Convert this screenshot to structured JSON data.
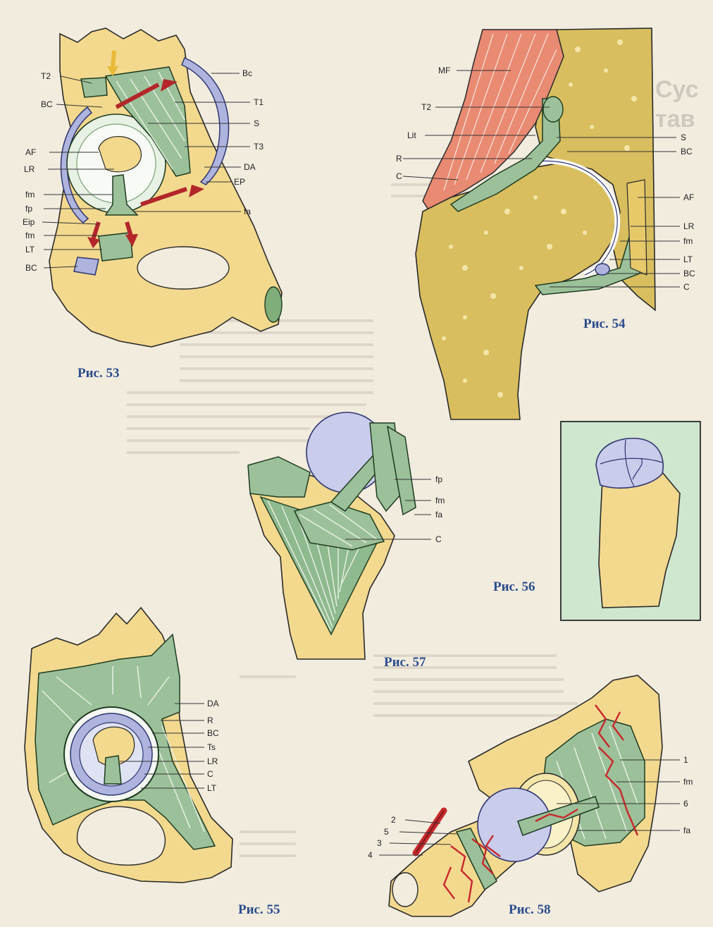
{
  "background_text": {
    "heading_line1": "Сус",
    "heading_line2": "тав"
  },
  "colors": {
    "bone": "#f3d98e",
    "ligament": "#9cc19a",
    "cartilage": "#aeb4de",
    "muscle": "#e98a72",
    "vessel": "#c8282c",
    "arrow": "#b3262a",
    "caption": "#2b4d8c",
    "inset_bg": "#cfe6cf"
  },
  "figures": {
    "fig53": {
      "caption": "Рис. 53",
      "labels": [
        "T2",
        "BC",
        "AF",
        "LR",
        "fm",
        "fp",
        "Eip",
        "fm",
        "LT",
        "BC",
        "Bc",
        "T1",
        "S",
        "T3",
        "DA",
        "EP",
        "fa"
      ]
    },
    "fig54": {
      "caption": "Рис. 54",
      "labels": [
        "MF",
        "T2",
        "Lit",
        "R",
        "C",
        "S",
        "BC",
        "AF",
        "LR",
        "fm",
        "LT",
        "BC",
        "C"
      ]
    },
    "fig55": {
      "caption": "Рис. 55",
      "labels": [
        "DA",
        "R",
        "BC",
        "Ts",
        "LR",
        "C",
        "LT"
      ]
    },
    "fig56": {
      "caption": "Рис. 56"
    },
    "fig57": {
      "caption": "Рис. 57",
      "labels": [
        "fp",
        "fm",
        "fa",
        "C"
      ]
    },
    "fig58": {
      "caption": "Рис. 58",
      "labels": [
        "2",
        "5",
        "3",
        "4",
        "1",
        "fm",
        "6",
        "fa"
      ]
    }
  }
}
